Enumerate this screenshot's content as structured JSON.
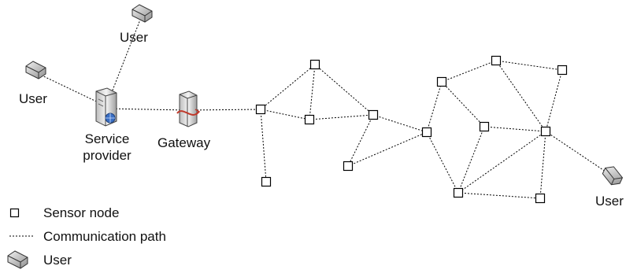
{
  "labels": {
    "user_top": "User",
    "user_left": "User",
    "user_right": "User",
    "service_provider_line1": "Service",
    "service_provider_line2": "provider",
    "gateway": "Gateway"
  },
  "legend": {
    "sensor_node": "Sensor node",
    "communication_path": "Communication path",
    "user": "User"
  },
  "colors": {
    "line": "#000000",
    "server_body": "#d9d9d9",
    "gateway_accent": "#c0392b",
    "globe": "#3a6fc4"
  },
  "icons": [
    "user-device-icon",
    "server-icon",
    "gateway-icon",
    "sensor-node-icon"
  ]
}
